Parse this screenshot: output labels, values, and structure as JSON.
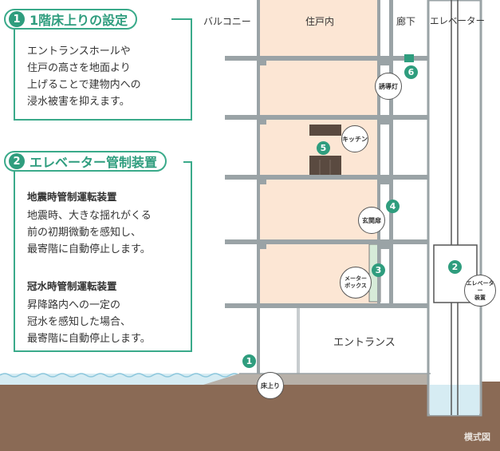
{
  "section1": {
    "number": "1",
    "title": "1階床上りの設定",
    "body": "エントランスホールや\n住戸の高さを地面より\n上げることで建物内への\n浸水被害を抑えます。"
  },
  "section2": {
    "number": "2",
    "title": "エレベーター管制装置",
    "sub1_title": "地震時管制運転装置",
    "sub1_body": "地震時、大きな揺れがくる\n前の初期微動を感知し、\n最寄階に自動停止します。",
    "sub2_title": "冠水時管制運転装置",
    "sub2_body": "昇降路内への一定の\n冠水を感知した場合、\n最寄階に自動停止します。"
  },
  "columns": {
    "balcony": "バルコニー",
    "unit": "住戸内",
    "corridor": "廊下",
    "elevator": "エレベーター"
  },
  "entrance_label": "エントランス",
  "markers": {
    "m1": "1",
    "m2": "2",
    "m3": "3",
    "m4": "4",
    "m5": "5",
    "m6": "6"
  },
  "bubbles": {
    "floor_raise": "床上り",
    "elevator_device": "エレベーター\n装置",
    "meter_box": "メーター\nボックス",
    "entrance_door": "玄関扉",
    "kitchen": "キッチン",
    "guide_light": "誘導灯"
  },
  "watermark": "模式図",
  "colors": {
    "accent": "#2f9d7e",
    "interior": "#fce6d4",
    "ground": "#8a6a55",
    "water": "#d6ecf3",
    "structure": "#9aa3a6"
  }
}
